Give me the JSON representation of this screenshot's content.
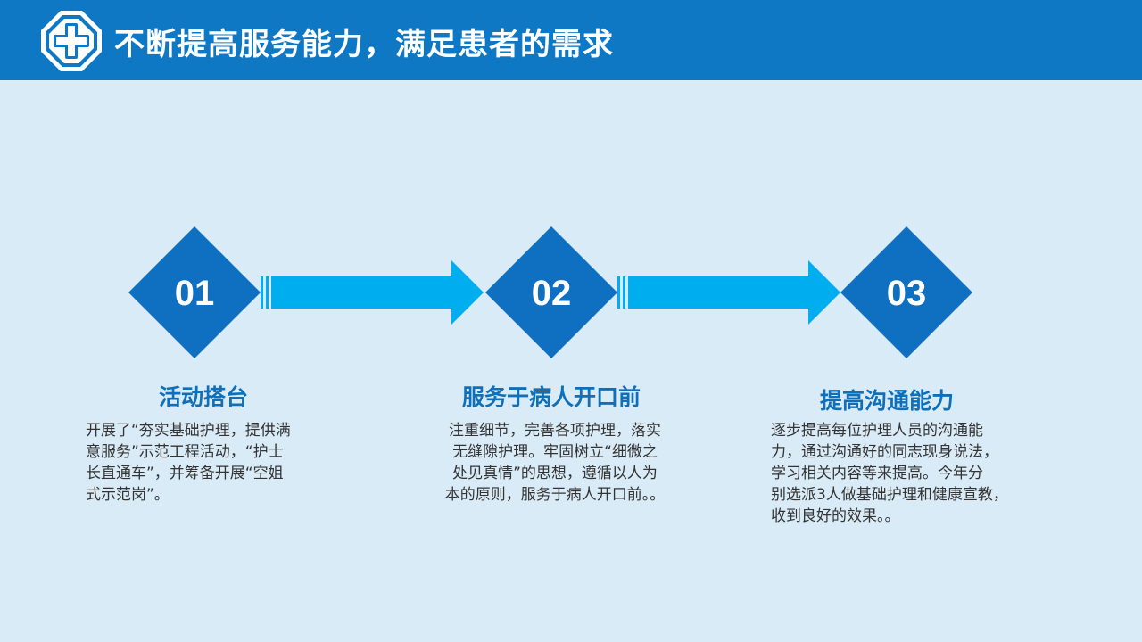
{
  "header": {
    "title": "不断提高服务能力，满足患者的需求",
    "logo_icon": "hospital-cross-icon",
    "bar_color": "#0f78c5"
  },
  "steps": [
    {
      "number": "01",
      "title": "活动搭台",
      "lines": [
        "开展了“夯实基础护理，提供满",
        "意服务”示范工程活动，“护士",
        "长直通车”，并筹备开展“空姐",
        "式示范岗”。"
      ]
    },
    {
      "number": "02",
      "title": "服务于病人开口前",
      "lines": [
        "注重细节，完善各项护理，落实",
        "无缝隙护理。牢固树立“细微之",
        "处见真情”的思想，遵循以人为",
        "本的原则，服务于病人开口前。。"
      ]
    },
    {
      "number": "03",
      "title": "提高沟通能力",
      "lines": [
        "逐步提高每位护理人员的沟通能",
        "力，通过沟通好的同志现身说法，",
        "学习相关内容等来提高。今年分",
        "别选派3人做基础护理和健康宣教，",
        "收到良好的效果。。"
      ]
    }
  ],
  "colors": {
    "diamond": "#0f6fc0",
    "arrow": "#00adef",
    "title_text": "#0f6fb8",
    "background": "#d9ebf7"
  },
  "icons": {
    "arrow": "right-arrow-icon"
  }
}
